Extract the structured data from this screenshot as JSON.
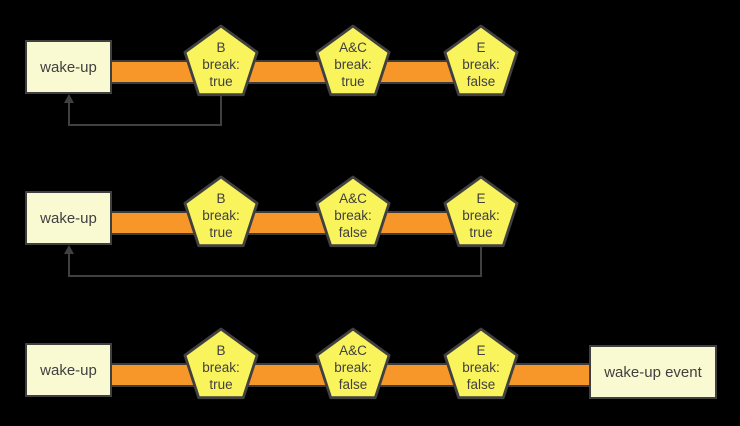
{
  "background": "#000000",
  "palette": {
    "box_fill": "#FAFAD2",
    "box_border": "#404040",
    "pentagon_fill": "#F9F35C",
    "pentagon_border": "#404040",
    "bar_fill": "#F89729",
    "arrow_color": "#404040",
    "text_color": "#404040"
  },
  "rows": [
    {
      "source_label": "wake-up",
      "nodes": [
        {
          "name": "B",
          "break_label": "break:",
          "value": "true"
        },
        {
          "name": "A&C",
          "break_label": "break:",
          "value": "true"
        },
        {
          "name": "E",
          "break_label": "break:",
          "value": "false"
        }
      ],
      "feedback": {
        "from": "B",
        "to": "wake-up"
      }
    },
    {
      "source_label": "wake-up",
      "nodes": [
        {
          "name": "B",
          "break_label": "break:",
          "value": "true"
        },
        {
          "name": "A&C",
          "break_label": "break:",
          "value": "false"
        },
        {
          "name": "E",
          "break_label": "break:",
          "value": "true"
        }
      ],
      "feedback": {
        "from": "E",
        "to": "wake-up"
      }
    },
    {
      "source_label": "wake-up",
      "sink_label": "wake-up event",
      "nodes": [
        {
          "name": "B",
          "break_label": "break:",
          "value": "true"
        },
        {
          "name": "A&C",
          "break_label": "break:",
          "value": "false"
        },
        {
          "name": "E",
          "break_label": "break:",
          "value": "false"
        }
      ]
    }
  ]
}
